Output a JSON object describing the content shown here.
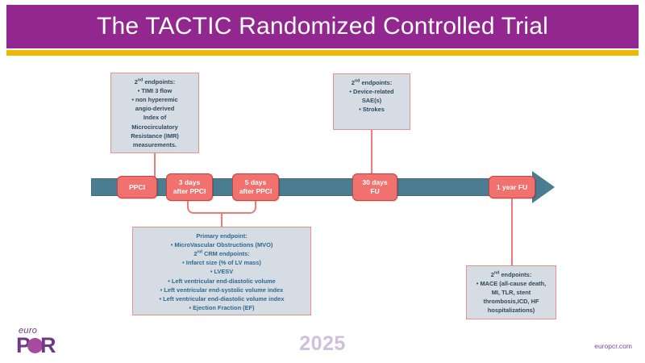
{
  "header": {
    "title": "The TACTIC Randomized Controlled Trial"
  },
  "colors": {
    "header_purple": "#92278F",
    "accent_gold": "#F2B705",
    "timeline_blue": "#4A7C92",
    "milestone_salmon": "#F1716E",
    "callout_fill": "#D6DCE4",
    "callout_border": "#E8908C",
    "connector": "#EC7C79",
    "primary_text_blue": "#2E6B8F",
    "year_text": "#CFC0DC",
    "site_text": "#7B4C94"
  },
  "timeline": {
    "milestones": [
      {
        "id": "ppci",
        "lines": [
          "PPCI"
        ]
      },
      {
        "id": "3-days",
        "lines": [
          "3 days",
          "after PPCI"
        ]
      },
      {
        "id": "5-days",
        "lines": [
          "5 days",
          "after PPCI"
        ]
      },
      {
        "id": "30-days",
        "lines": [
          "30 days",
          "FU"
        ]
      },
      {
        "id": "1-year",
        "lines": [
          "1 year FU"
        ]
      }
    ]
  },
  "callouts": {
    "imr": {
      "lines": [
        "2nd endpoints:",
        "•   TIMI 3 flow",
        "•   non hyperemic",
        "angio-derived",
        "Index of",
        "Microcirculatory",
        "Resistance (IMR)",
        "measurements."
      ]
    },
    "device_sae": {
      "lines": [
        "2nd endpoints:",
        "•   Device-related",
        "SAE(s)",
        "•   Strokes"
      ]
    },
    "primary": {
      "lines": [
        "Primary endpoint:",
        "•   MicroVascular Obstructions (MVO)",
        "2nd  CRM endpoints:",
        "•   Infarct size (% of LV mass)",
        "•   LVESV",
        "•   Left ventricular end-diastolic volume",
        "•   Left ventricular end-systolic volume index",
        "•   Left ventricular end-diastolic volume index",
        "•   Ejection Fraction (EF)"
      ]
    },
    "mace": {
      "lines": [
        "2nd endpoints:",
        "•   MACE (all-cause death,",
        "MI, TLR, stent",
        "thrombosis,ICD, HF",
        "hospitalizations)"
      ]
    }
  },
  "footer": {
    "logo_top": "euro",
    "logo_p": "P",
    "logo_r": "R",
    "year": "2025",
    "site": "europcr.com"
  }
}
